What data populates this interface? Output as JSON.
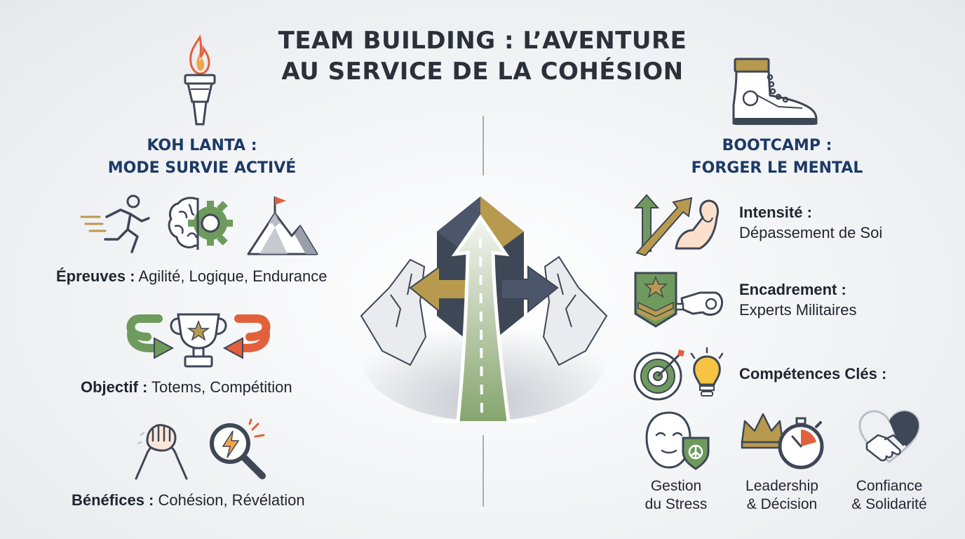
{
  "title": {
    "line1": "TEAM BUILDING : L’AVENTURE",
    "line2": "AU SERVICE DE LA COHÉSION"
  },
  "left": {
    "heading_line1": "KOH LANTA :",
    "heading_line2": "MODE SURVIE ACTIVÉ",
    "items": [
      {
        "label": "Épreuves :",
        "text": " Agilité, Logique, Endurance"
      },
      {
        "label": "Objectif :",
        "text": " Totems, Compétition"
      },
      {
        "label": "Bénéfices :",
        "text": " Cohésion, Révélation"
      }
    ]
  },
  "right": {
    "heading_line1": "BOOTCAMP :",
    "heading_line2": "FORGER LE MENTAL",
    "items": [
      {
        "label": "Intensité :",
        "text": "Dépassement de Soi"
      },
      {
        "label": "Encadrement :",
        "text": "Experts Militaires"
      },
      {
        "label": "Compétences Clés :",
        "text": ""
      }
    ],
    "skills": [
      {
        "line1": "Gestion",
        "line2": "du Stress"
      },
      {
        "line1": "Leadership",
        "line2": "& Décision"
      },
      {
        "line1": "Confiance",
        "line2": "& Solidarité"
      }
    ]
  },
  "colors": {
    "navy": "#1c3a66",
    "green": "#6f9a5e",
    "gold": "#b89a4e",
    "orange": "#e2603c",
    "slate": "#3e4756",
    "gray": "#b9bec6"
  },
  "icons": {
    "header_left": "torch-icon",
    "header_right": "boot-icon",
    "center": "breakthrough-road-arrows-icon"
  }
}
